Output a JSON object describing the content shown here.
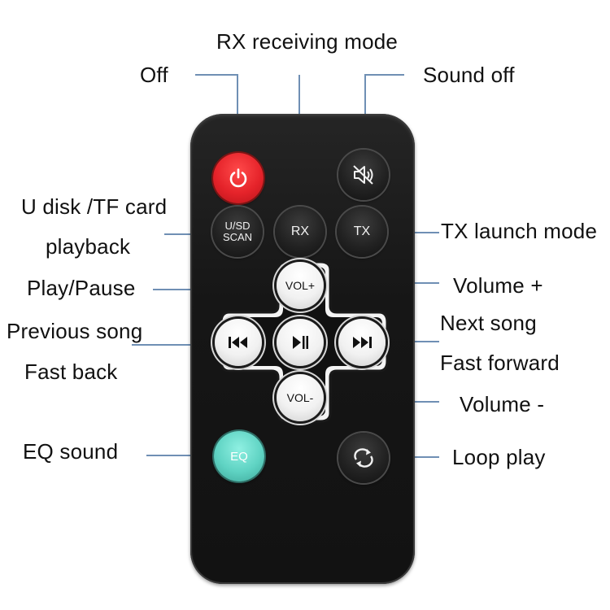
{
  "labels": {
    "off": "Off",
    "rx_mode": "RX receiving mode",
    "sound_off": "Sound off",
    "usd_line1": "U disk /TF card",
    "usd_line2": "playback",
    "tx_mode": "TX launch mode",
    "play_pause": "Play/Pause",
    "volume_plus": "Volume +",
    "prev_song": "Previous song",
    "fast_back": "Fast back",
    "next_song": "Next song",
    "fast_forward": "Fast forward",
    "volume_minus": "Volume -",
    "eq_sound": "EQ sound",
    "loop_play": "Loop play"
  },
  "buttons": {
    "usd_line1": "U/SD",
    "usd_line2": "SCAN",
    "rx": "RX",
    "tx": "TX",
    "vol_plus": "VOL+",
    "vol_minus": "VOL-",
    "eq": "EQ"
  },
  "colors": {
    "power": "#e5232a",
    "eq": "#5fd3c3",
    "leader_line": "#6f8fb4",
    "remote_body": "#161616"
  },
  "icons": {
    "power": "power-icon",
    "mute": "speaker-mute-icon",
    "prev": "skip-back-icon",
    "play_pause": "play-pause-icon",
    "next": "skip-forward-icon",
    "loop": "loop-icon"
  }
}
